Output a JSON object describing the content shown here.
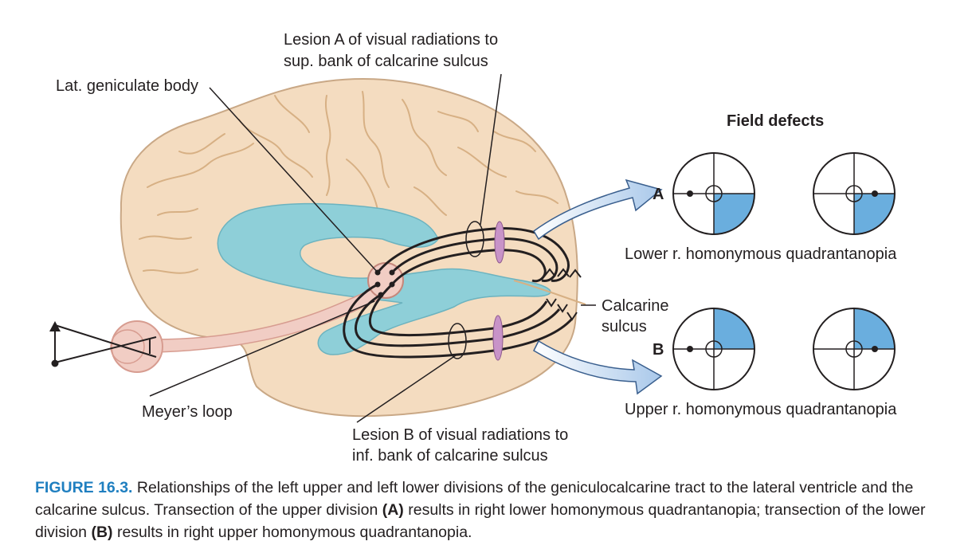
{
  "labels": {
    "lat_geniculate": "Lat. geniculate body",
    "lesion_a_line1": "Lesion A of visual radiations to",
    "lesion_a_line2": "sup. bank of calcarine sulcus",
    "field_defects": "Field defects",
    "marker_a": "A",
    "marker_b": "B",
    "lower_quadrantanopia": "Lower r. homonymous quadrantanopia",
    "calcarine_line1": "Calcarine",
    "calcarine_line2": "sulcus",
    "upper_quadrantanopia": "Upper r. homonymous quadrantanopia",
    "meyers_loop": "Meyer’s loop",
    "lesion_b_line1": "Lesion B of visual radiations to",
    "lesion_b_line2": "inf. bank of calcarine sulcus"
  },
  "caption": {
    "figure": "FIGURE 16.3.",
    "text1": " Relationships of the left upper and left lower divisions of the geniculocalcarine tract to the lateral ventricle and the calcarine sulcus. Transection of the upper division ",
    "a": "(A)",
    "text2": " results in right lower homonymous quadrantanopia; transection of the lower division ",
    "b": "(B)",
    "text3": " results in right upper homonymous quadrantanopia."
  },
  "colors": {
    "brain": "#f4dcc0",
    "ventricle": "#8ecfd8",
    "deficit": "#6aaede",
    "nerve": "#f1cdc4",
    "lesion_ellipse": "#c893c8",
    "caption_accent": "#1f7fc0"
  }
}
